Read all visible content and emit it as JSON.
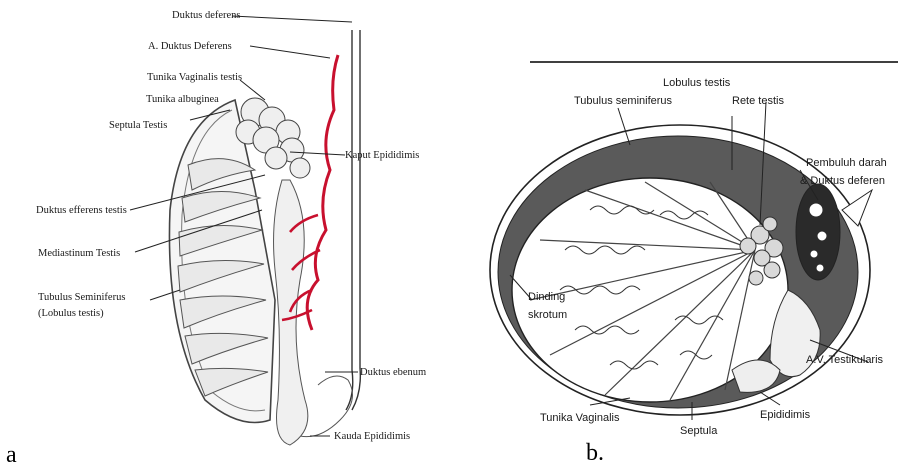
{
  "panels": {
    "a": {
      "letter": "a",
      "labels": {
        "ductus_deferens": "Duktus deferens",
        "a_ductus_deferens": "A. Duktus Deferens",
        "tunika_vaginalis": "Tunika Vaginalis testis",
        "tunika_albuginea": "Tunika albuginea",
        "septula": "Septula Testis",
        "ductuli_efferentes": "Duktus efferens testis",
        "mediastinum": "Mediastinum Testis",
        "tubulus": "Tubulus Seminiferus",
        "tubulus_sub": "(Lobulus testis)",
        "kaput": "Kaput Epididimis",
        "ductus_epididimis": "Duktus ebenum",
        "kauda": "Kauda Epididimis"
      }
    },
    "b": {
      "letter": "b.",
      "labels": {
        "tubulus": "Tubulus seminiferus",
        "lobulus": "Lobulus testis",
        "rete": "Rete testis",
        "pembuluh": "Pembuluh darah",
        "pembuluh2": "& Duktus deferen",
        "dinding": "Dinding",
        "skrotum": "skrotum",
        "vasa": "A.V. Testikularis",
        "tunika": "Tunika Vaginalis",
        "septula": "Septula",
        "epididimis": "Epididimis"
      }
    }
  },
  "colors": {
    "vessel": "#c8102e",
    "tunica_gray": "#5a5a5a",
    "ink": "#1a1a1a"
  }
}
